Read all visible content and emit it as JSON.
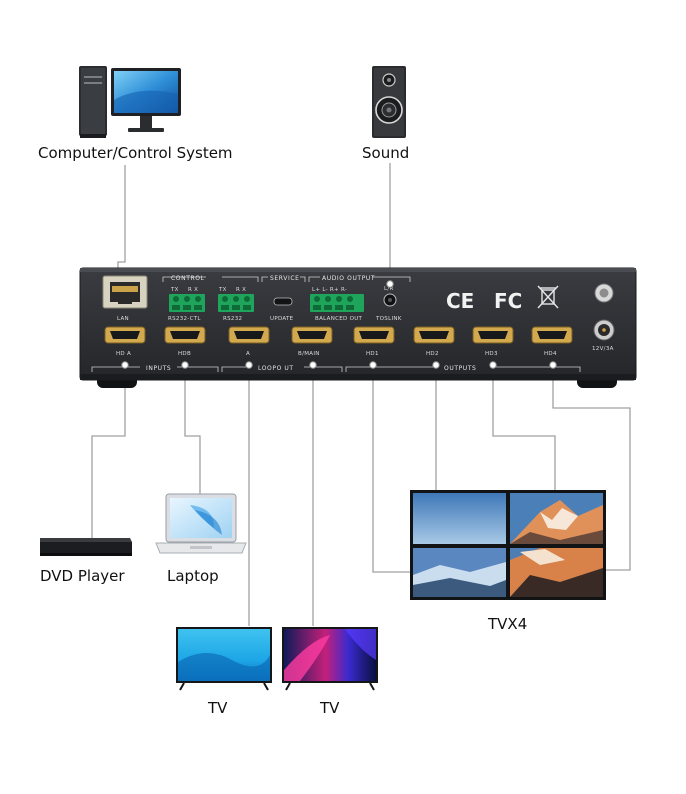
{
  "labels": {
    "computer": "Computer/Control System",
    "sound": "Sound",
    "dvd": "DVD Player",
    "laptop": "Laptop",
    "tv1": "TV",
    "tv2": "TV",
    "videowall": "TVX4"
  },
  "panel": {
    "groups": {
      "control": "CONTROL",
      "service": "SERVICE",
      "audio_output": "AUDIO OUTPUT",
      "inputs": "INPUTS",
      "loopout": "LOOPO UT",
      "outputs": "OUTPUTS"
    },
    "ports": {
      "lan": "LAN",
      "rs232_ctl": "RS232-CTL",
      "rs232": "RS232",
      "update": "UPDATE",
      "balanced_out": "BALANCED OUT",
      "toslink": "TOSLINK",
      "lr": "L/R",
      "tx": "TX",
      "rx": "R X",
      "audio_pins": "L+ L-  R+ R-",
      "power": "12V/3A",
      "hda": "HD A",
      "hdb": "HDB",
      "a": "A",
      "bmain": "B/MAIN",
      "hd1": "HD1",
      "hd2": "HD2",
      "hd3": "HD3",
      "hd4": "HD4"
    },
    "certifications": {
      "ce": "CE",
      "fc": "FC"
    }
  },
  "colors": {
    "panel": "#2b2d31",
    "wire": "#9a9a9a",
    "terminal": "#1fa55b",
    "port_gold": "#c9a24a"
  }
}
